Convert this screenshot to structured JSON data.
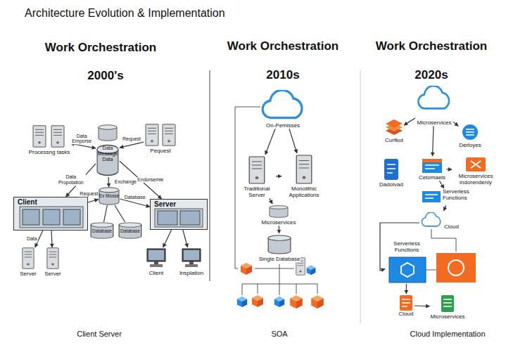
{
  "diagram": {
    "title": "Architecture Evolution & Implementation",
    "nodes": [
      {
        "text": [
          "Processng tasks"
        ]
      },
      {
        "text": [
          "Pequest"
        ]
      },
      {
        "text": [
          "Data Message Data"
        ]
      },
      {
        "text": [
          "Ex Mosse"
        ]
      },
      {
        "text": [
          "Client"
        ]
      },
      {
        "text": [
          "Server"
        ]
      },
      {
        "text": [
          "Database"
        ]
      },
      {
        "text": [
          "Database"
        ]
      },
      {
        "text": [
          "Server"
        ]
      },
      {
        "text": [
          "Server"
        ]
      },
      {
        "text": [
          "Client"
        ]
      },
      {
        "text": [
          "Insplation"
        ]
      },
      {
        "text": [
          "On-Pemisses"
        ]
      },
      {
        "text": [
          "Traditional Server"
        ]
      },
      {
        "text": [
          "Monolithic Applications"
        ]
      },
      {
        "text": [
          "Microservices"
        ]
      },
      {
        "text": [
          "Single Database"
        ]
      },
      {
        "text": [
          "Microservices"
        ]
      },
      {
        "text": [
          "Curfkut"
        ]
      },
      {
        "text": [
          "Derloyes"
        ]
      },
      {
        "text": [
          "Dadolvad"
        ]
      },
      {
        "text": [
          "Cetomaels"
        ]
      },
      {
        "text": [
          "Microservices indorendenly"
        ]
      },
      {
        "text": [
          "Serverless Functions"
        ]
      },
      {
        "text": [
          "Cloud"
        ]
      },
      {
        "text": [
          "Serverless Functions"
        ]
      },
      {
        "text": [
          "Cloud"
        ]
      },
      {
        "text": [
          "Microservices"
        ]
      }
    ],
    "edges": [
      {
        "from": 0,
        "to": 2,
        "label": "Data Emporse",
        "arrow": "both"
      },
      {
        "from": 1,
        "to": 2,
        "label": "Request",
        "arrow": "to"
      },
      {
        "from": 2,
        "to": 4,
        "label": "Data Propotation",
        "arrow": "to"
      },
      {
        "from": 2,
        "to": 5,
        "label": "Endorsemie",
        "arrow": "to"
      },
      {
        "from": 2,
        "to": 3,
        "label": "Exchange",
        "arrow": "to"
      },
      {
        "from": 4,
        "to": 3,
        "label": "Request",
        "arrow": "to"
      },
      {
        "from": 3,
        "to": 5,
        "label": "Database",
        "arrow": "to"
      },
      {
        "from": 3,
        "to": 6,
        "arrow": "none"
      },
      {
        "from": 3,
        "to": 7,
        "arrow": "none"
      },
      {
        "from": 4,
        "to": 8,
        "label": "Data",
        "arrow": "to"
      },
      {
        "from": 4,
        "to": 9,
        "arrow": "to"
      },
      {
        "from": 5,
        "to": 10,
        "arrow": "to"
      },
      {
        "from": 5,
        "to": 11,
        "arrow": "to"
      },
      {
        "from": 12,
        "to": 13,
        "arrow": "to"
      },
      {
        "from": 12,
        "to": 14,
        "arrow": "to"
      },
      {
        "from": 13,
        "to": 14,
        "arrow": "to"
      },
      {
        "from": 13,
        "to": 15,
        "arrow": "to"
      },
      {
        "from": 15,
        "to": 16,
        "arrow": "to"
      },
      {
        "from": 17,
        "to": 18,
        "arrow": "to"
      },
      {
        "from": 17,
        "to": 19,
        "arrow": "to"
      },
      {
        "from": 17,
        "to": 21,
        "arrow": "to"
      },
      {
        "from": 21,
        "to": 22,
        "arrow": "to"
      },
      {
        "from": 21,
        "to": 23,
        "arrow": "to"
      },
      {
        "from": 23,
        "to": 24,
        "arrow": "to"
      },
      {
        "from": 24,
        "to": 25,
        "arrow": "to"
      },
      {
        "from": 25,
        "to": 26,
        "arrow": "to"
      },
      {
        "from": 26,
        "to": 27,
        "arrow": "to"
      }
    ],
    "labels": [
      "Work Orchestration",
      "2000's",
      "Work Orchestration",
      "2010s",
      "Work Orchestration",
      "2020s",
      "Client Server",
      "SOA",
      "Cloud Implementation"
    ]
  }
}
